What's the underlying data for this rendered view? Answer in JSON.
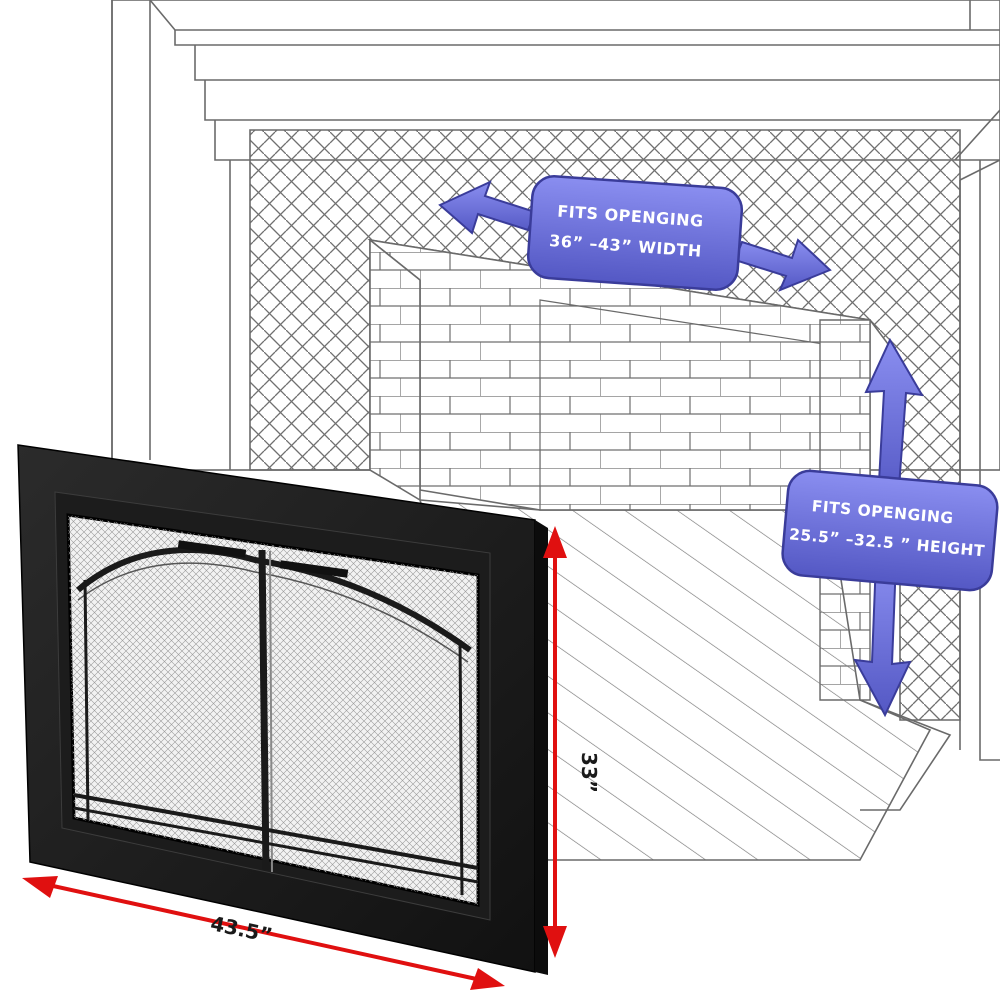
{
  "width_badge": {
    "line1": "FITS OPENGING",
    "line2": "36” –43”  WIDTH"
  },
  "height_badge": {
    "line1": "FITS OPENGING",
    "line2": "25.5” –32.5 ” HEIGHT"
  },
  "dimensions": {
    "door_width": "43.5”",
    "door_height": "33”"
  },
  "colors": {
    "badge_fill": "#6b6fd8",
    "badge_stroke": "#3a3c9a",
    "dimension_arrow": "#e01010",
    "door_frame": "#1b1b1b",
    "line_art": "#6a6a6a"
  },
  "icons": {
    "width_arrows": "double-horizontal-arrow-icon",
    "height_arrows": "double-vertical-arrow-icon"
  }
}
